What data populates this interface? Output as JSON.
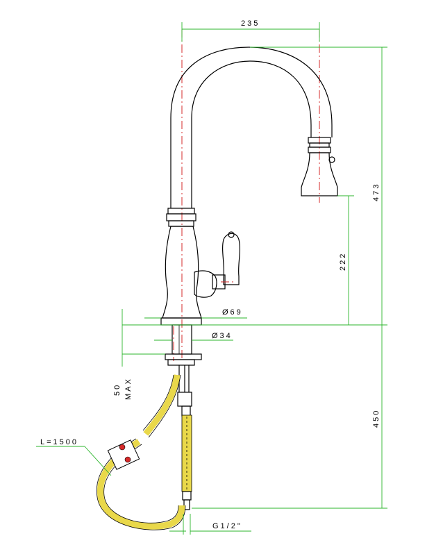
{
  "dimensions": {
    "spout_reach": "235",
    "total_height": "473",
    "spout_clearance": "222",
    "base_diameter": "Ø69",
    "shank_diameter": "Ø34",
    "max_thickness_value": "50",
    "max_thickness_label": "MAX",
    "under_counter_length": "450",
    "hose_length": "L=1500",
    "connection_thread": "G1/2\""
  },
  "colors": {
    "outline": "#000000",
    "dimension_lines": "#2bb52b",
    "axis_lines": "#d62a2a",
    "hose": "#e9d84a",
    "hose_weight_dots": "#d62a2a"
  }
}
